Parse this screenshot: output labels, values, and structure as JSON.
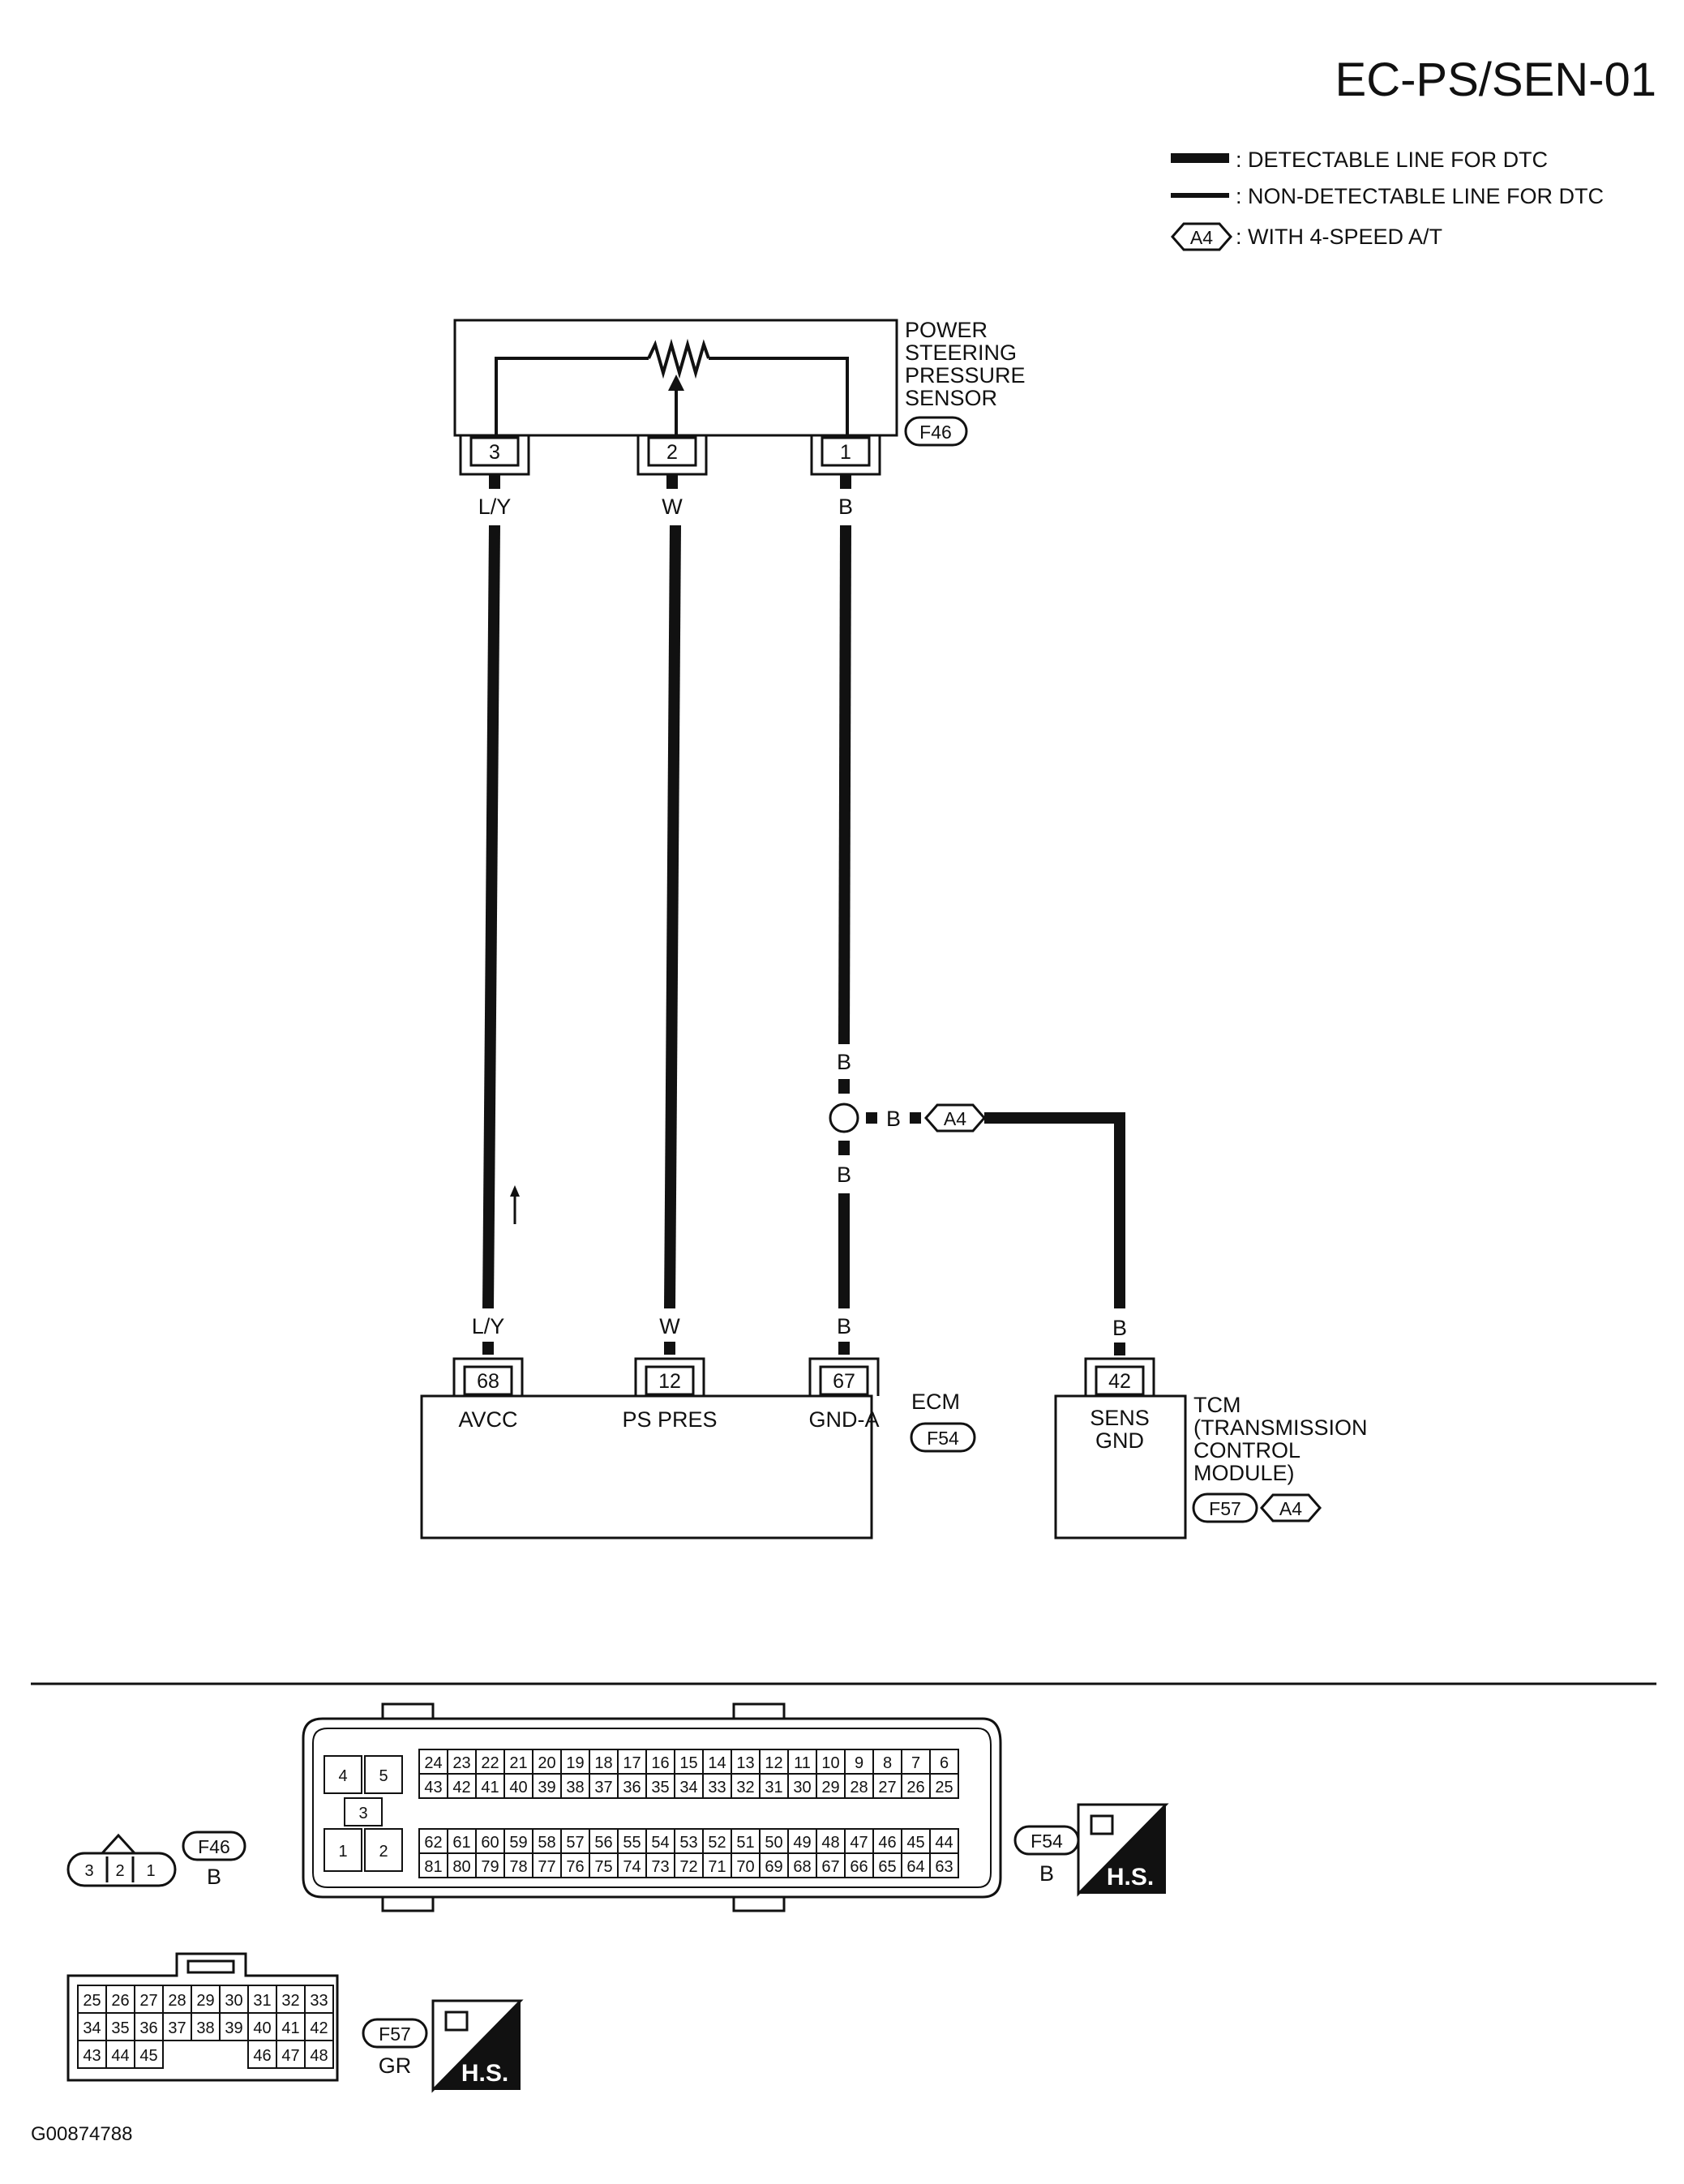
{
  "page_title": "EC-PS/SEN-01",
  "legend": {
    "detectable": ": DETECTABLE LINE FOR DTC",
    "non_detectable": ": NON-DETECTABLE LINE FOR DTC",
    "a4_code": "A4",
    "a4_text": ": WITH 4-SPEED A/T"
  },
  "sensor": {
    "name_lines": [
      "POWER",
      "STEERING",
      "PRESSURE",
      "SENSOR"
    ],
    "connector": "F46",
    "pins": [
      "3",
      "2",
      "1"
    ]
  },
  "wires": {
    "sensor_top": [
      "L/Y",
      "W",
      "B"
    ],
    "junction_upper": "B",
    "junction_branch": "B",
    "junction_lower": "B",
    "branch_code": "A4",
    "ecm_top": [
      "L/Y",
      "W",
      "B"
    ],
    "tcm_top": "B"
  },
  "ecm": {
    "label": "ECM",
    "connector": "F54",
    "pins": [
      "68",
      "12",
      "67"
    ],
    "terminals": [
      "AVCC",
      "PS PRES",
      "GND-A"
    ]
  },
  "tcm": {
    "name_lines": [
      "TCM",
      "(TRANSMISSION",
      "CONTROL",
      "MODULE)"
    ],
    "connector": "F57",
    "code": "A4",
    "pin": "42",
    "terminal_lines": [
      "SENS",
      "GND"
    ]
  },
  "connectors": {
    "f46": {
      "code": "F46",
      "color": "B",
      "cavities": [
        "3",
        "2",
        "1"
      ]
    },
    "f54": {
      "code": "F54",
      "color": "B",
      "hs": "H.S.",
      "small": [
        "4",
        "5",
        "3",
        "1",
        "2"
      ],
      "row1": [
        "24",
        "23",
        "22",
        "21",
        "20",
        "19",
        "18",
        "17",
        "16",
        "15",
        "14",
        "13",
        "12",
        "11",
        "10",
        "9",
        "8",
        "7",
        "6"
      ],
      "row2": [
        "43",
        "42",
        "41",
        "40",
        "39",
        "38",
        "37",
        "36",
        "35",
        "34",
        "33",
        "32",
        "31",
        "30",
        "29",
        "28",
        "27",
        "26",
        "25"
      ],
      "row3": [
        "62",
        "61",
        "60",
        "59",
        "58",
        "57",
        "56",
        "55",
        "54",
        "53",
        "52",
        "51",
        "50",
        "49",
        "48",
        "47",
        "46",
        "45",
        "44"
      ],
      "row4": [
        "81",
        "80",
        "79",
        "78",
        "77",
        "76",
        "75",
        "74",
        "73",
        "72",
        "71",
        "70",
        "69",
        "68",
        "67",
        "66",
        "65",
        "64",
        "63"
      ]
    },
    "f57": {
      "code": "F57",
      "color": "GR",
      "hs": "H.S.",
      "row1": [
        "25",
        "26",
        "27",
        "28",
        "29",
        "30",
        "31",
        "32",
        "33"
      ],
      "row2": [
        "34",
        "35",
        "36",
        "37",
        "38",
        "39",
        "40",
        "41",
        "42"
      ],
      "row3_left": [
        "43",
        "44",
        "45"
      ],
      "row3_right": [
        "46",
        "47",
        "48"
      ]
    }
  },
  "figure_id": "G00874788"
}
